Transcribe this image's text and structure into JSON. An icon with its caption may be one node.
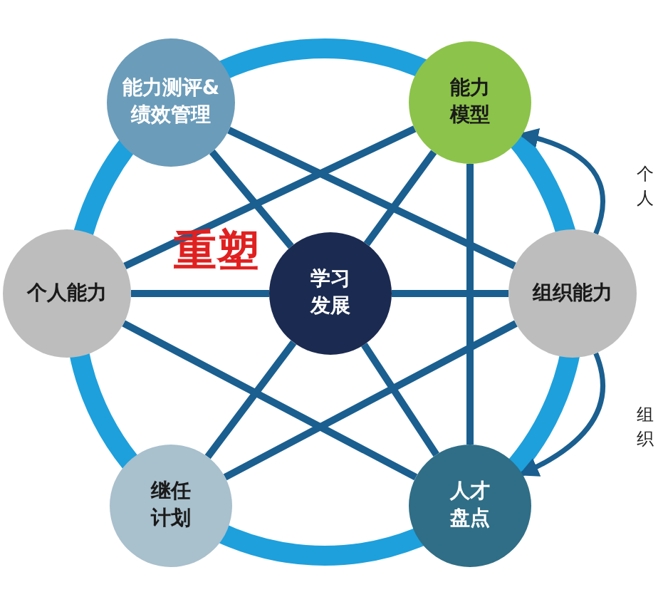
{
  "diagram": {
    "nodes": [
      {
        "text": [
          "学习发展"
        ]
      },
      {
        "text": [
          "能力测评&绩效管理"
        ]
      },
      {
        "text": [
          "能力模型"
        ]
      },
      {
        "text": [
          "个人能力"
        ]
      },
      {
        "text": [
          "组织能力"
        ]
      },
      {
        "text": [
          "继任计划"
        ]
      },
      {
        "text": [
          "人才盘点"
        ]
      }
    ],
    "edges": [
      {
        "from": 1,
        "to": 0,
        "arrow": "none"
      },
      {
        "from": 1,
        "to": 4,
        "arrow": "none"
      },
      {
        "from": 2,
        "to": 3,
        "arrow": "none"
      },
      {
        "from": 2,
        "to": 0,
        "arrow": "none"
      },
      {
        "from": 2,
        "to": 6,
        "arrow": "none"
      },
      {
        "from": 3,
        "to": 0,
        "arrow": "none"
      },
      {
        "from": 0,
        "to": 4,
        "arrow": "none"
      },
      {
        "from": 3,
        "to": 6,
        "arrow": "none"
      },
      {
        "from": 0,
        "to": 5,
        "arrow": "none"
      },
      {
        "from": 0,
        "to": 6,
        "arrow": "none"
      },
      {
        "from": 4,
        "to": 5,
        "arrow": "none"
      },
      {
        "from": 4,
        "to": 2,
        "arrow": "to",
        "label": "个人"
      },
      {
        "from": 4,
        "to": 6,
        "arrow": "to",
        "label": "组织"
      }
    ],
    "labels": [
      "重塑"
    ]
  }
}
